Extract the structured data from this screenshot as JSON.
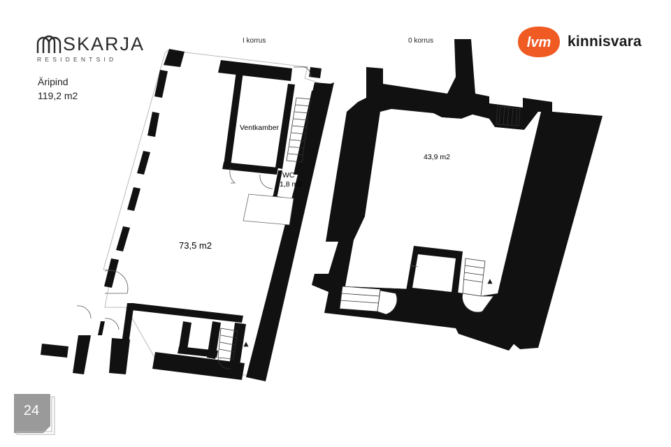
{
  "brand": {
    "name": "SKARJA",
    "subtitle": "RESIDENTSID",
    "logo_icon": "house-arch-logo"
  },
  "property": {
    "title": "Äripind",
    "total_area": "119,2 m2"
  },
  "floors": {
    "first_label": "I korrus",
    "zero_label": "0 korrus"
  },
  "rooms": {
    "main_area": "73,5 m2",
    "ventkamber": "Ventkamber",
    "wc_label": "WC",
    "wc_area": "1,8 m2",
    "basement_area": "43,9 m2"
  },
  "agency": {
    "badge_text": "lvm",
    "name": "kinnisvara",
    "brand_color": "#f05a23"
  },
  "page": {
    "number": "24",
    "badge_color": "#9a9a9a"
  },
  "colors": {
    "wall": "#111111",
    "background": "#ffffff"
  }
}
